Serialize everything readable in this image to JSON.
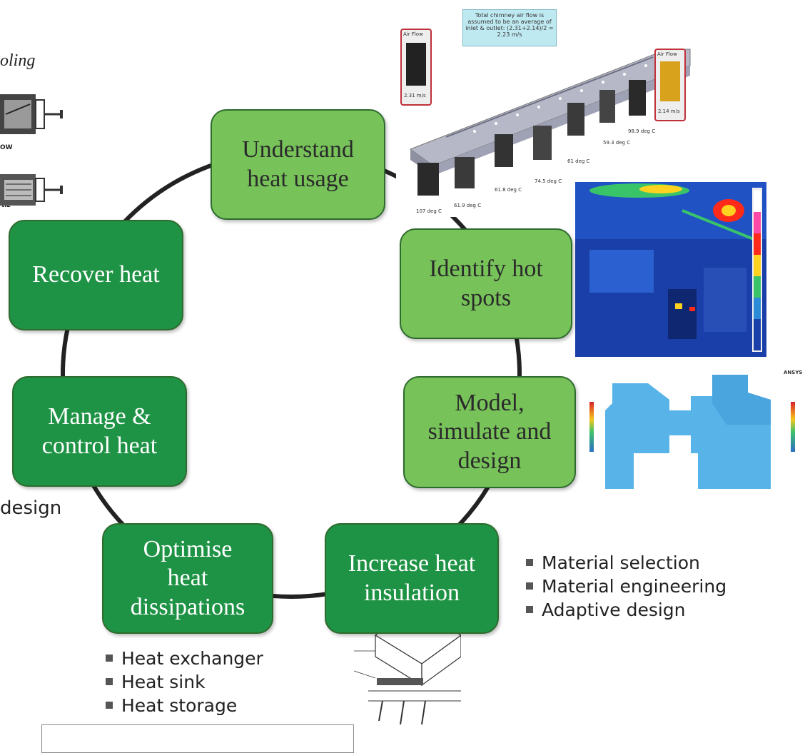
{
  "partial_texts": {
    "top_left_italic": "oling",
    "top_left_ow": "OW",
    "top_left_tiz": "tiz",
    "left_design": "design"
  },
  "cycle": {
    "nodes": [
      {
        "id": "understand",
        "label_lines": [
          "Understand",
          "heat usage"
        ],
        "shade": "light"
      },
      {
        "id": "identify",
        "label_lines": [
          "Identify hot",
          "spots"
        ],
        "shade": "light"
      },
      {
        "id": "model",
        "label_lines": [
          "Model,",
          "simulate and",
          "design"
        ],
        "shade": "light"
      },
      {
        "id": "insulation",
        "label_lines": [
          "Increase heat",
          "insulation"
        ],
        "shade": "dark"
      },
      {
        "id": "dissipation",
        "label_lines": [
          "Optimise",
          "heat",
          "dissipations"
        ],
        "shade": "dark"
      },
      {
        "id": "manage",
        "label_lines": [
          "Manage &",
          "control heat"
        ],
        "shade": "dark"
      },
      {
        "id": "recover",
        "label_lines": [
          "Recover heat"
        ],
        "shade": "dark"
      }
    ]
  },
  "insulation_bullets": [
    "Material selection",
    "Material engineering",
    "Adaptive design"
  ],
  "dissipation_bullets": [
    "Heat exchanger",
    "Heat sink",
    "Heat storage"
  ],
  "thermal_image": {
    "colors": {
      "background": "#1a3fa8",
      "hot": "#ff2a1a",
      "warm": "#ffd21f",
      "mid": "#39c46a"
    }
  },
  "simulation_image": {
    "brand": "ANSYS",
    "colors": {
      "fill": "#57b3e8",
      "dark": "#2b6fc4"
    }
  },
  "flow_image": {
    "note": "Total chimney air flow is assumed to be an average of inlet & outlet: (2.31+2.14)/2 = 2.23 m/s",
    "left_label": "Air Flow",
    "left_value": "2.31 m/s",
    "right_label": "Air Flow",
    "right_value": "2.14 m/s",
    "temps": [
      "107 deg C",
      "61.9 deg C",
      "61.8 deg C",
      "74.5 deg C",
      "61 deg C",
      "59.3 deg C",
      "98.9 deg C"
    ]
  }
}
